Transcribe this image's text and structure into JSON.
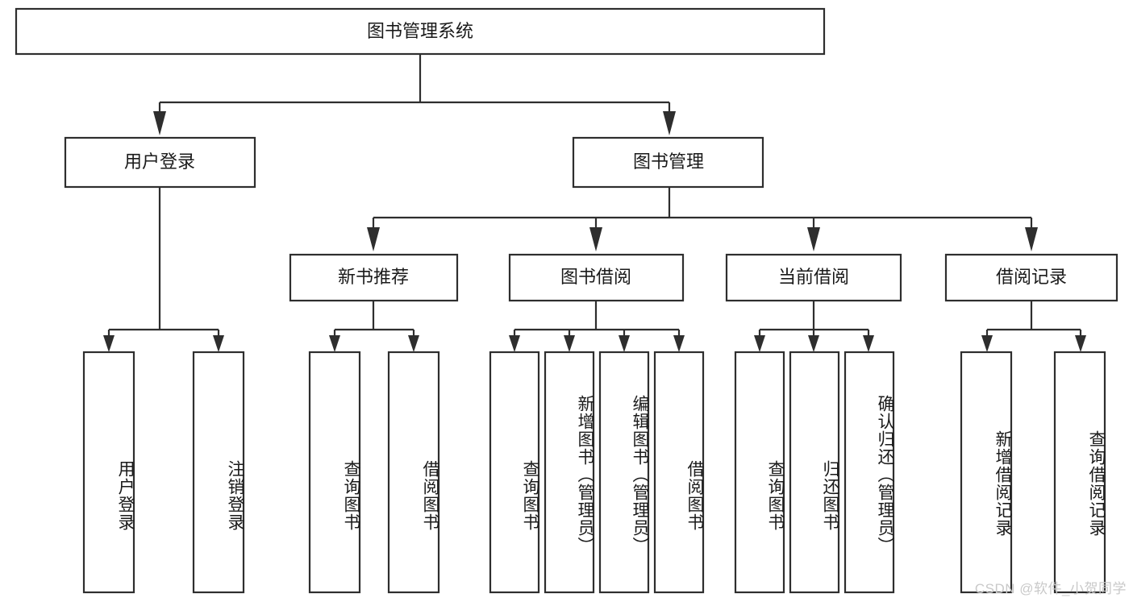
{
  "diagram": {
    "type": "tree-flowchart",
    "title_node": {
      "label": "图书管理系统",
      "orientation": "horizontal"
    },
    "level1": [
      {
        "id": "user-login",
        "label": "用户登录",
        "orientation": "horizontal"
      },
      {
        "id": "book-manage",
        "label": "图书管理",
        "orientation": "horizontal"
      }
    ],
    "level2": [
      {
        "id": "new-book-recommend",
        "label": "新书推荐",
        "orientation": "horizontal",
        "parent": "book-manage"
      },
      {
        "id": "book-borrow",
        "label": "图书借阅",
        "orientation": "horizontal",
        "parent": "book-manage"
      },
      {
        "id": "current-borrow",
        "label": "当前借阅",
        "orientation": "horizontal",
        "parent": "book-manage"
      },
      {
        "id": "borrow-record",
        "label": "借阅记录",
        "orientation": "horizontal",
        "parent": "book-manage"
      }
    ],
    "leaves": [
      {
        "id": "leaf-user-login",
        "label": "用户登录",
        "parent": "user-login"
      },
      {
        "id": "leaf-user-logout",
        "label": "注销登录",
        "parent": "user-login"
      },
      {
        "id": "leaf-query-book-1",
        "label": "查询图书",
        "parent": "new-book-recommend"
      },
      {
        "id": "leaf-borrow-book-1",
        "label": "借阅图书",
        "parent": "new-book-recommend"
      },
      {
        "id": "leaf-query-book-2",
        "label": "查询图书",
        "parent": "book-borrow"
      },
      {
        "id": "leaf-add-book",
        "label": "新增图书（管理员）",
        "parent": "book-borrow"
      },
      {
        "id": "leaf-edit-book",
        "label": "编辑图书（管理员）",
        "parent": "book-borrow"
      },
      {
        "id": "leaf-borrow-book-2",
        "label": "借阅图书",
        "parent": "book-borrow"
      },
      {
        "id": "leaf-query-book-3",
        "label": "查询图书",
        "parent": "current-borrow"
      },
      {
        "id": "leaf-return-book",
        "label": "归还图书",
        "parent": "current-borrow"
      },
      {
        "id": "leaf-confirm-return",
        "label": "确认归还（管理员）",
        "parent": "current-borrow"
      },
      {
        "id": "leaf-add-record",
        "label": "新增借阅记录",
        "parent": "borrow-record"
      },
      {
        "id": "leaf-query-record",
        "label": "查询借阅记录",
        "parent": "borrow-record"
      }
    ],
    "colors": {
      "stroke": "#2e2e2e",
      "fill": "#ffffff",
      "text": "#1a1a1a",
      "watermark": "#c9c9c9",
      "background": "#ffffff"
    }
  },
  "watermark": {
    "text": "CSDN @软件_小贺同学"
  }
}
